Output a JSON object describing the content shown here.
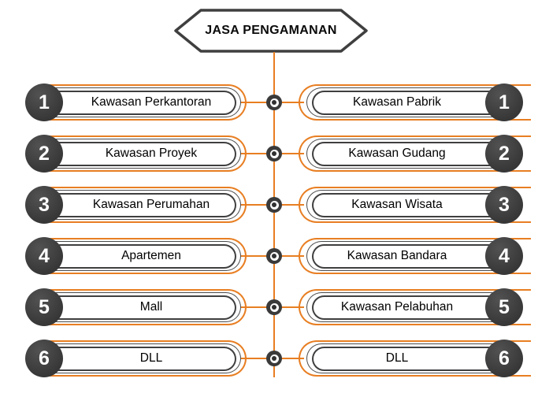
{
  "title": "JASA PENGAMANAN",
  "colors": {
    "accent": "#E87E22",
    "outline": "#3F3F3F",
    "badge": "#3D3D3D",
    "background": "#FFFFFF",
    "label_text": "#000000",
    "number_text": "#FFFFFF"
  },
  "rows": [
    {
      "left": {
        "number": "1",
        "label": "Kawasan Perkantoran"
      },
      "right": {
        "number": "1",
        "label": "Kawasan Pabrik"
      }
    },
    {
      "left": {
        "number": "2",
        "label": "Kawasan Proyek"
      },
      "right": {
        "number": "2",
        "label": "Kawasan Gudang"
      }
    },
    {
      "left": {
        "number": "3",
        "label": "Kawasan Perumahan"
      },
      "right": {
        "number": "3",
        "label": "Kawasan Wisata"
      }
    },
    {
      "left": {
        "number": "4",
        "label": "Apartemen"
      },
      "right": {
        "number": "4",
        "label": "Kawasan Bandara"
      }
    },
    {
      "left": {
        "number": "5",
        "label": "Mall"
      },
      "right": {
        "number": "5",
        "label": "Kawasan Pelabuhan"
      }
    },
    {
      "left": {
        "number": "6",
        "label": "DLL"
      },
      "right": {
        "number": "6",
        "label": "DLL"
      }
    }
  ]
}
